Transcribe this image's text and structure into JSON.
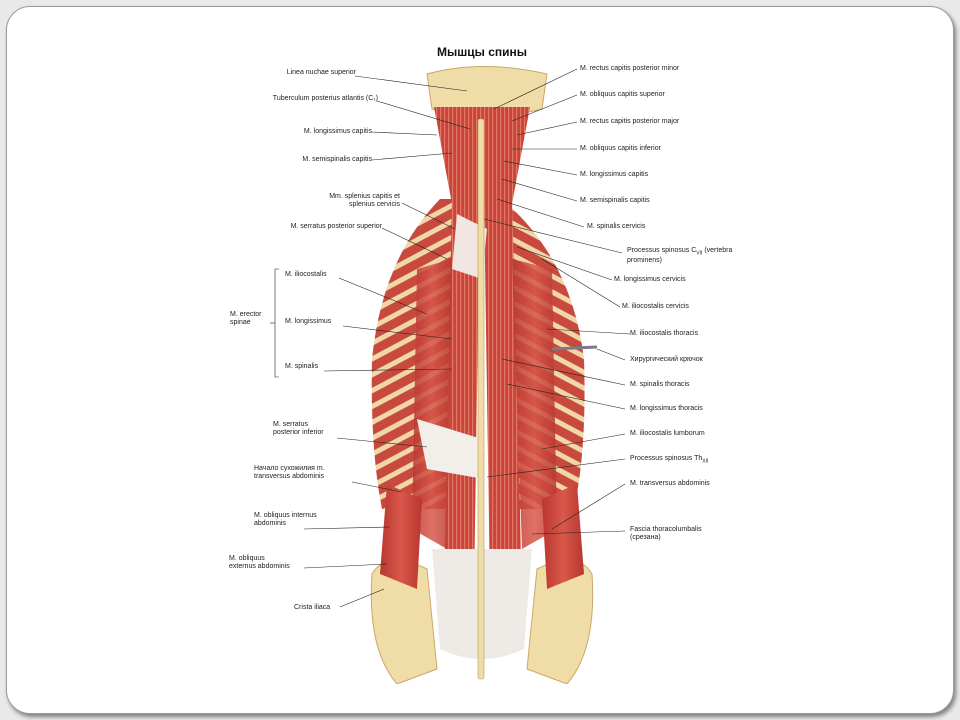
{
  "slide": {
    "title": "Мышцы спины"
  },
  "labels_left": [
    {
      "id": "linea-nuchae-superior",
      "text": "Linea nuchae superior"
    },
    {
      "id": "tuberculum-posterius-atlantis",
      "text": "Tuberculum posterius atlantis (C₁)"
    },
    {
      "id": "m-longissimus-capitis-left",
      "text": "M. longissimus capitis"
    },
    {
      "id": "m-semispinalis-capitis-left",
      "text": "M. semispinalis capitis"
    },
    {
      "id": "mm-splenius",
      "line1": "Mm. splenius capitis et",
      "line2": "splenius cervicis"
    },
    {
      "id": "m-serratus-posterior-superior",
      "text": "M. serratus posterior superior"
    },
    {
      "id": "m-iliocostalis",
      "text": "M. iliocostalis"
    },
    {
      "id": "m-longissimus",
      "text": "M. longissimus"
    },
    {
      "id": "m-spinalis",
      "text": "M. spinalis"
    },
    {
      "id": "m-serratus-posterior-inferior",
      "line1": "M. serratus",
      "line2": "posterior inferior"
    },
    {
      "id": "nachalo-sukhozhiliya",
      "line1": "Начало сухожилия m.",
      "line2": "transversus abdominis"
    },
    {
      "id": "m-obliquus-internus",
      "line1": "M. obliquus internus",
      "line2": "abdominis"
    },
    {
      "id": "m-obliquus-externus",
      "line1": "M. obliquus",
      "line2": "externus abdominis"
    },
    {
      "id": "crista-iliaca",
      "text": "Crista iliaca"
    }
  ],
  "erector_group": {
    "line1": "M. erector",
    "line2": "spinae"
  },
  "labels_right": [
    {
      "id": "m-rectus-capitis-posterior-minor",
      "text": "M. rectus capitis posterior minor"
    },
    {
      "id": "m-obliquus-capitis-superior",
      "text": "M. obliquus capitis superior"
    },
    {
      "id": "m-rectus-capitis-posterior-major",
      "text": "M. rectus capitis posterior major"
    },
    {
      "id": "m-obliquus-capitis-inferior",
      "text": "M. obliquus capitis inferior"
    },
    {
      "id": "m-longissimus-capitis-right",
      "text": "M. longissimus capitis"
    },
    {
      "id": "m-semispinalis-capitis-right",
      "text": "M. semispinalis capitis"
    },
    {
      "id": "m-spinalis-cervicis",
      "text": "M. spinalis cervicis"
    },
    {
      "id": "processus-spinosus-cvii",
      "line1": "Processus spinosus C",
      "sub": "VII",
      "line1b": " (vertebra",
      "line2": "prominens)"
    },
    {
      "id": "m-longissimus-cervicis",
      "text": "M. longissimus cervicis"
    },
    {
      "id": "m-iliocostalis-cervicis",
      "text": "M. iliocostalis cervicis"
    },
    {
      "id": "m-iliocostalis-thoracis",
      "text": "M. iliocostalis thoracis"
    },
    {
      "id": "khirurgicheskiy-kryuchok",
      "text": "Хирургический крючок"
    },
    {
      "id": "m-spinalis-thoracis",
      "text": "M. spinalis thoracis"
    },
    {
      "id": "m-longissimus-thoracis",
      "text": "M. longissimus thoracis"
    },
    {
      "id": "m-iliocostalis-lumborum",
      "text": "M. iliocostalis lumborum"
    },
    {
      "id": "processus-spinosus-thxii",
      "line1": "Processus spinosus Th",
      "sub": "XII"
    },
    {
      "id": "m-transversus-abdominis",
      "text": "M. transversus abdominis"
    },
    {
      "id": "fascia-thoracolumbalis",
      "line1": "Fascia thoracolumbalis",
      "line2": "(срезана)"
    }
  ],
  "colors": {
    "muscle": "#c8453c",
    "muscle_light": "#e07a6a",
    "tendon": "#f1eeea",
    "bone": "#f0dca6",
    "bone_shade": "#d9b870"
  }
}
